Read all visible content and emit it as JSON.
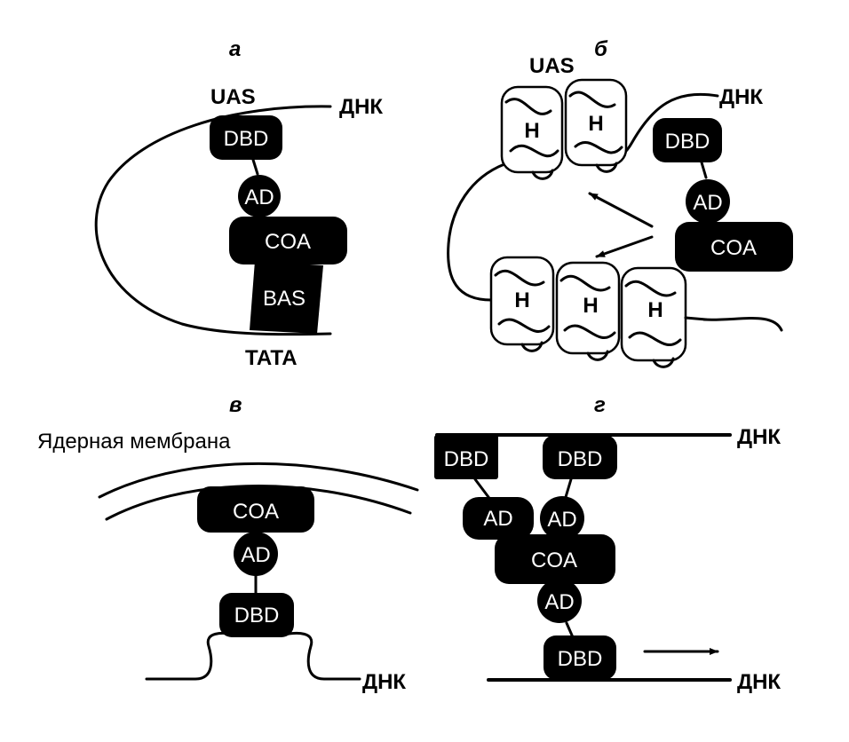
{
  "panels": {
    "a": {
      "letter": "а",
      "uas": "UAS",
      "dna": "ДНК",
      "dbd": "DBD",
      "ad": "AD",
      "coa": "COA",
      "bas": "BAS",
      "tata": "TATA"
    },
    "b": {
      "letter": "б",
      "uas": "UAS",
      "dna": "ДНК",
      "dbd": "DBD",
      "ad": "AD",
      "coa": "COA",
      "nucleosomes": [
        "H",
        "H",
        "H",
        "H",
        "H"
      ]
    },
    "v": {
      "letter": "в",
      "membrane": "Ядерная мембрана",
      "coa": "COA",
      "ad": "AD",
      "dbd": "DBD",
      "dna": "ДНК"
    },
    "g": {
      "letter": "г",
      "dna_top": "ДНК",
      "dna_bottom": "ДНК",
      "dbd_left": "DBD",
      "dbd_center": "DBD",
      "ad_left": "AD",
      "ad_upper": "AD",
      "coa": "COA",
      "ad_lower": "AD",
      "dbd_bottom": "DBD"
    }
  }
}
